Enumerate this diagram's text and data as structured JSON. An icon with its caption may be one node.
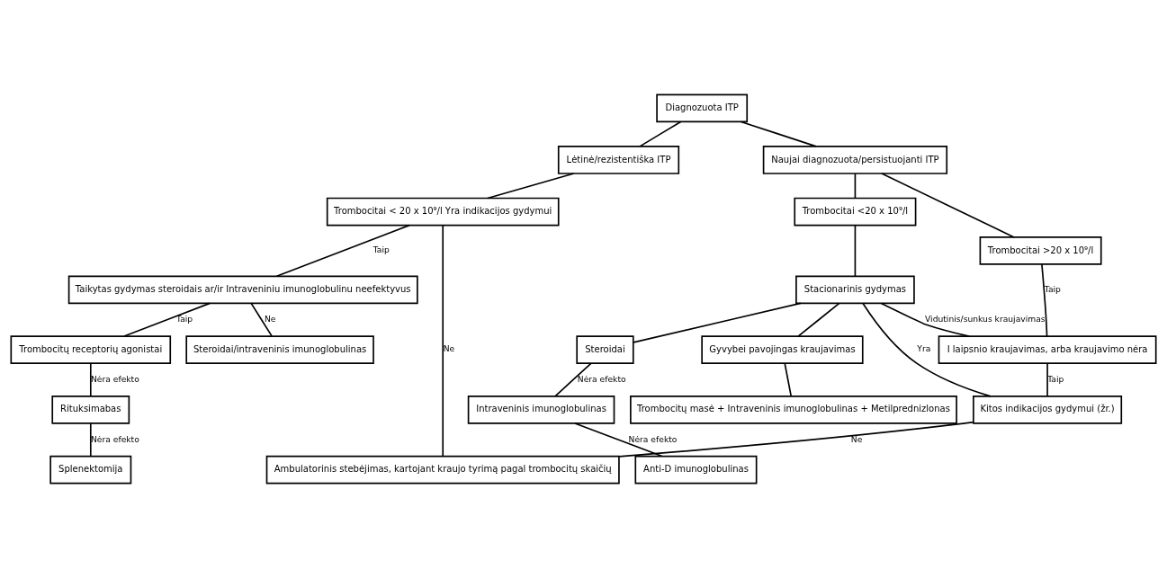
{
  "diagram": {
    "nodes": [
      {
        "text": [
          "Diagnozuota ITP"
        ]
      },
      {
        "text": [
          "Naujai diagnozuota/persistuojanti ITP"
        ]
      },
      {
        "text": [
          "Lėtinė/rezistentiška ITP"
        ]
      },
      {
        "text": [
          "Trombocitai <20 x 10⁹/l"
        ]
      },
      {
        "text": [
          "Trombocitai >20 x 10⁹/l"
        ]
      },
      {
        "text": [
          "Trombocitai < 20 x 10⁹/l Yra indikacijos gydymui"
        ]
      },
      {
        "text": [
          "Stacionarinis gydymas"
        ]
      },
      {
        "text": [
          "I laipsnio kraujavimas, arba kraujavimo nėra"
        ]
      },
      {
        "text": [
          "Taikytas gydymas steroidais ar/ir Intraveniniu imunoglobulinu neefektyvus"
        ]
      },
      {
        "text": [
          "Gyvybei pavojingas kraujavimas"
        ]
      },
      {
        "text": [
          "Steroidai"
        ]
      },
      {
        "text": [
          "Kitos indikacijos gydymui (žr.)"
        ]
      },
      {
        "text": [
          "Steroidai/intraveninis imunoglobulinas"
        ]
      },
      {
        "text": [
          "Trombocitų receptorių agonistai"
        ]
      },
      {
        "text": [
          "Trombocitų masė + Intraveninis imunoglobulinas + Metilprednizlonas"
        ]
      },
      {
        "text": [
          "Intraveninis imunoglobulinas"
        ]
      },
      {
        "text": [
          "Ambulatorinis stebėjimas, kartojant kraujo tyrimą pagal trombocitų skaičių"
        ]
      },
      {
        "text": [
          "Rituksimabas"
        ]
      },
      {
        "text": [
          "Anti-D imunoglobulinas"
        ]
      },
      {
        "text": [
          "Splenektomija"
        ]
      }
    ],
    "edges": [
      {
        "from": 0,
        "to": 1,
        "arrow": "none"
      },
      {
        "from": 0,
        "to": 2,
        "arrow": "none"
      },
      {
        "from": 1,
        "to": 3,
        "arrow": "none"
      },
      {
        "from": 1,
        "to": 4,
        "arrow": "none"
      },
      {
        "from": 2,
        "to": 5,
        "arrow": "none"
      },
      {
        "from": 3,
        "to": 6,
        "arrow": "none"
      },
      {
        "from": 4,
        "to": 7,
        "arrow": "none",
        "label": "Taip"
      },
      {
        "from": 6,
        "to": 7,
        "arrow": "none",
        "label": "Vidutinis/sunkus kraujavimas"
      },
      {
        "from": 6,
        "to": 11,
        "arrow": "none",
        "label": "Yra"
      },
      {
        "from": 7,
        "to": 11,
        "arrow": "none",
        "label": "Taip"
      },
      {
        "from": 11,
        "to": 16,
        "arrow": "none",
        "label": "Ne"
      },
      {
        "from": 5,
        "to": 16,
        "arrow": "none",
        "label": "Ne"
      },
      {
        "from": 5,
        "to": 8,
        "arrow": "none",
        "label": "Taip"
      },
      {
        "from": 6,
        "to": 9,
        "arrow": "none"
      },
      {
        "from": 6,
        "to": 10,
        "arrow": "none"
      },
      {
        "from": 9,
        "to": 14,
        "arrow": "none"
      },
      {
        "from": 10,
        "to": 15,
        "arrow": "none",
        "label": "Nėra efekto"
      },
      {
        "from": 15,
        "to": 18,
        "arrow": "none",
        "label": "Nėra efekto"
      },
      {
        "from": 8,
        "to": 12,
        "arrow": "none",
        "label": "Ne"
      },
      {
        "from": 8,
        "to": 13,
        "arrow": "none",
        "label": "Taip"
      },
      {
        "from": 13,
        "to": 17,
        "arrow": "none",
        "label": "Nėra efekto"
      },
      {
        "from": 17,
        "to": 19,
        "arrow": "none",
        "label": "Nėra efekto"
      }
    ]
  }
}
